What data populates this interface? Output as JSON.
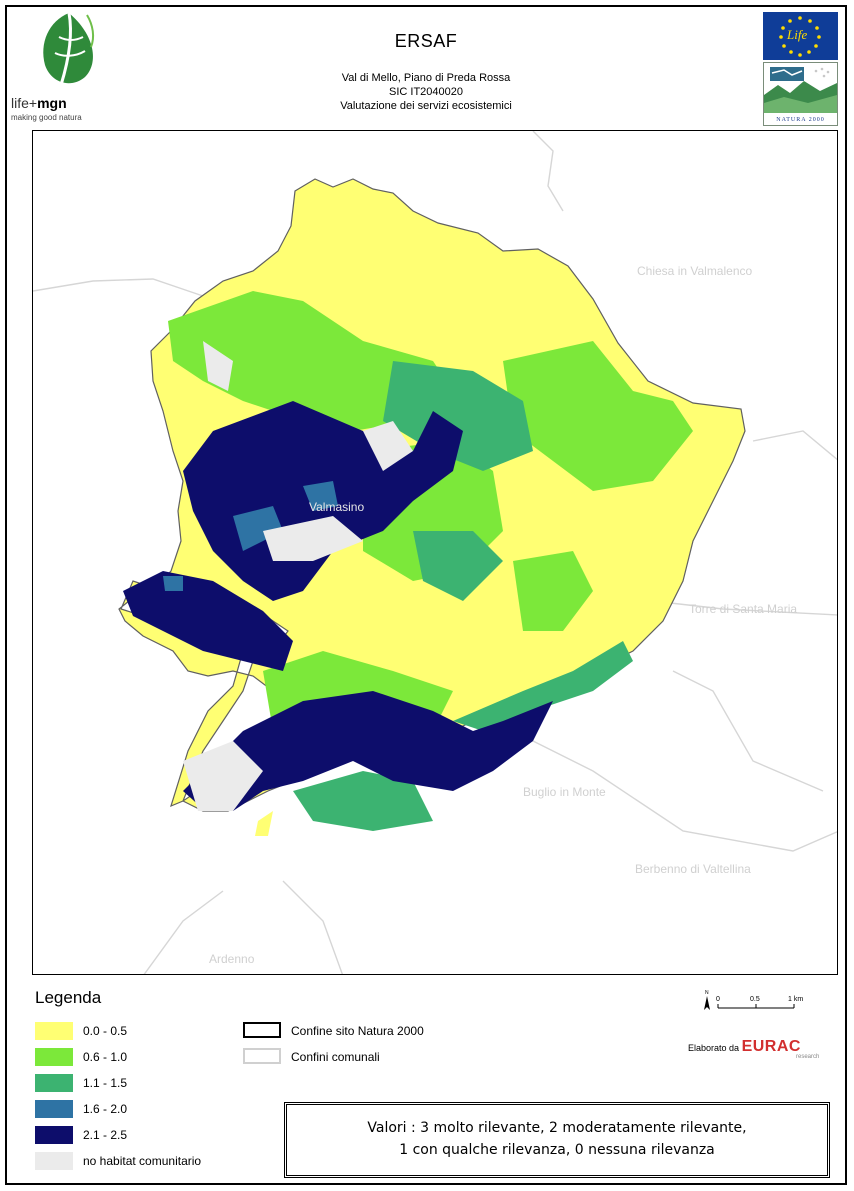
{
  "header": {
    "org": "ERSAF",
    "subtitle_lines": [
      "Val di Mello, Piano di Preda Rossa",
      "SIC IT2040020",
      "Valutazione dei servizi ecosistemici"
    ],
    "brand_prefix": "life+",
    "brand_name": "mgn",
    "brand_tagline": "making good natura",
    "eu_logo_text": "Life",
    "n2k_logo_text": "NATURA 2000"
  },
  "map": {
    "places": [
      "Chiesa in Valmalenco",
      "Valmasino",
      "Torre di Santa Maria",
      "Buglio in Monte",
      "Berbenno di Valtellina",
      "Ardenno"
    ],
    "scale": {
      "ticks": [
        "0",
        "0.5",
        "1 km"
      ],
      "north": "N"
    }
  },
  "legend": {
    "title": "Legenda",
    "classes": [
      {
        "label": "0.0 - 0.5",
        "color": "#ffff73"
      },
      {
        "label": "0.6 - 1.0",
        "color": "#7ce83a"
      },
      {
        "label": "1.1 - 1.5",
        "color": "#3cb371"
      },
      {
        "label": "1.6 - 2.0",
        "color": "#2e73a4"
      },
      {
        "label": "2.1 - 2.5",
        "color": "#0d0d6b"
      },
      {
        "label": "no habitat comunitario",
        "color": "#ebebeb"
      }
    ],
    "boundaries": [
      {
        "label": "Confine sito Natura 2000",
        "color": "#000000"
      },
      {
        "label": "Confini comunali",
        "color": "#d0d0d0"
      }
    ]
  },
  "credit": {
    "prefix": "Elaborato da",
    "org": "EURAC",
    "org_sub": "research"
  },
  "note": {
    "line1": "Valori : 3 molto rilevante, 2 moderatamente rilevante,",
    "line2": "1 con qualche rilevanza, 0 nessuna rilevanza"
  }
}
